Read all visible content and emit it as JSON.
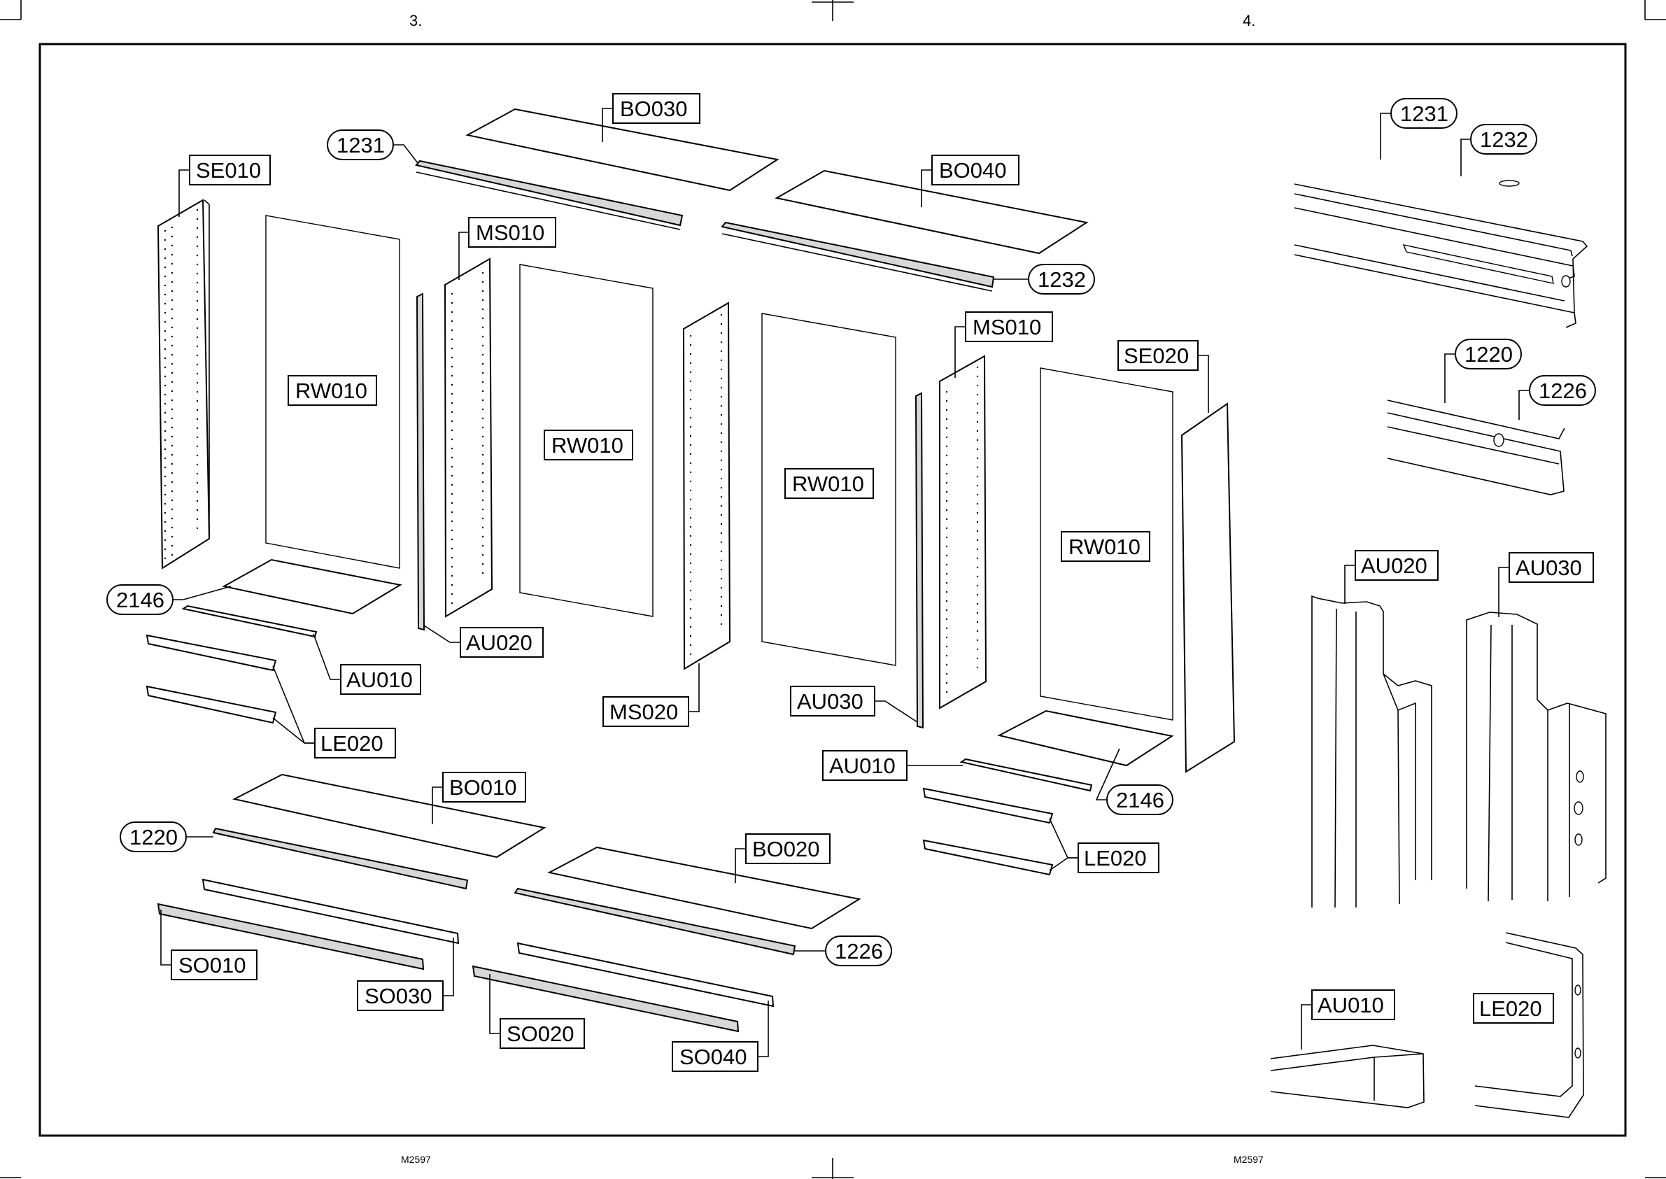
{
  "page": {
    "left_page_number": "3.",
    "right_page_number": "4.",
    "left_footer_code": "M2597",
    "right_footer_code": "M2597"
  },
  "labels": {
    "bo030": "BO030",
    "bo040": "BO040",
    "bo010": "BO010",
    "bo020": "BO020",
    "se010": "SE010",
    "se020": "SE020",
    "ms010_a": "MS010",
    "ms010_b": "MS010",
    "ms020": "MS020",
    "rw010_a": "RW010",
    "rw010_b": "RW010",
    "rw010_c": "RW010",
    "rw010_d": "RW010",
    "au020_main": "AU020",
    "au030_main": "AU030",
    "au010_a": "AU010",
    "au010_b": "AU010",
    "le020_a": "LE020",
    "le020_b": "LE020",
    "so010": "SO010",
    "so020": "SO020",
    "so030": "SO030",
    "so040": "SO040",
    "n1231_main": "1231",
    "n1232_main": "1232",
    "n2146_a": "2146",
    "n2146_b": "2146",
    "n1220_main": "1220",
    "n1226_main": "1226",
    "d_1231": "1231",
    "d_1232": "1232",
    "d_1220": "1220",
    "d_1226": "1226",
    "d_au020": "AU020",
    "d_au030": "AU030",
    "d_au010": "AU010",
    "d_le020": "LE020"
  }
}
